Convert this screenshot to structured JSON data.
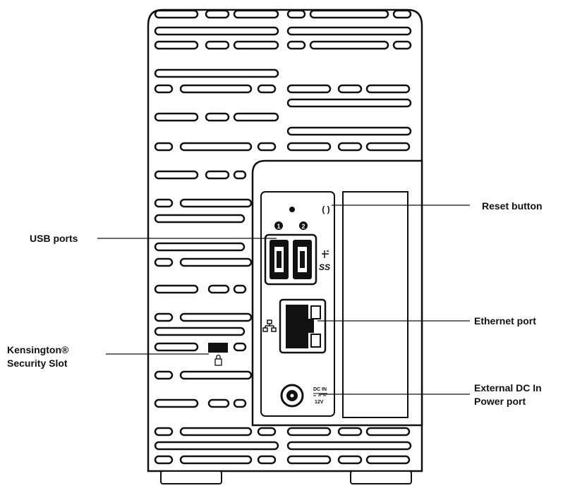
{
  "callouts": {
    "reset": "Reset button",
    "usb": "USB ports",
    "ethernet": "Ethernet port",
    "dc_line1": "External DC In",
    "dc_line2": "Power port",
    "kensington_line1": "Kensington®",
    "kensington_line2": "Security Slot"
  },
  "device_labels": {
    "usb_port_1": "1",
    "usb_port_2": "2",
    "usb_logo": "SS",
    "dc_in": "DC IN",
    "voltage": "12V"
  },
  "colors": {
    "stroke": "#111111",
    "background": "#ffffff"
  }
}
